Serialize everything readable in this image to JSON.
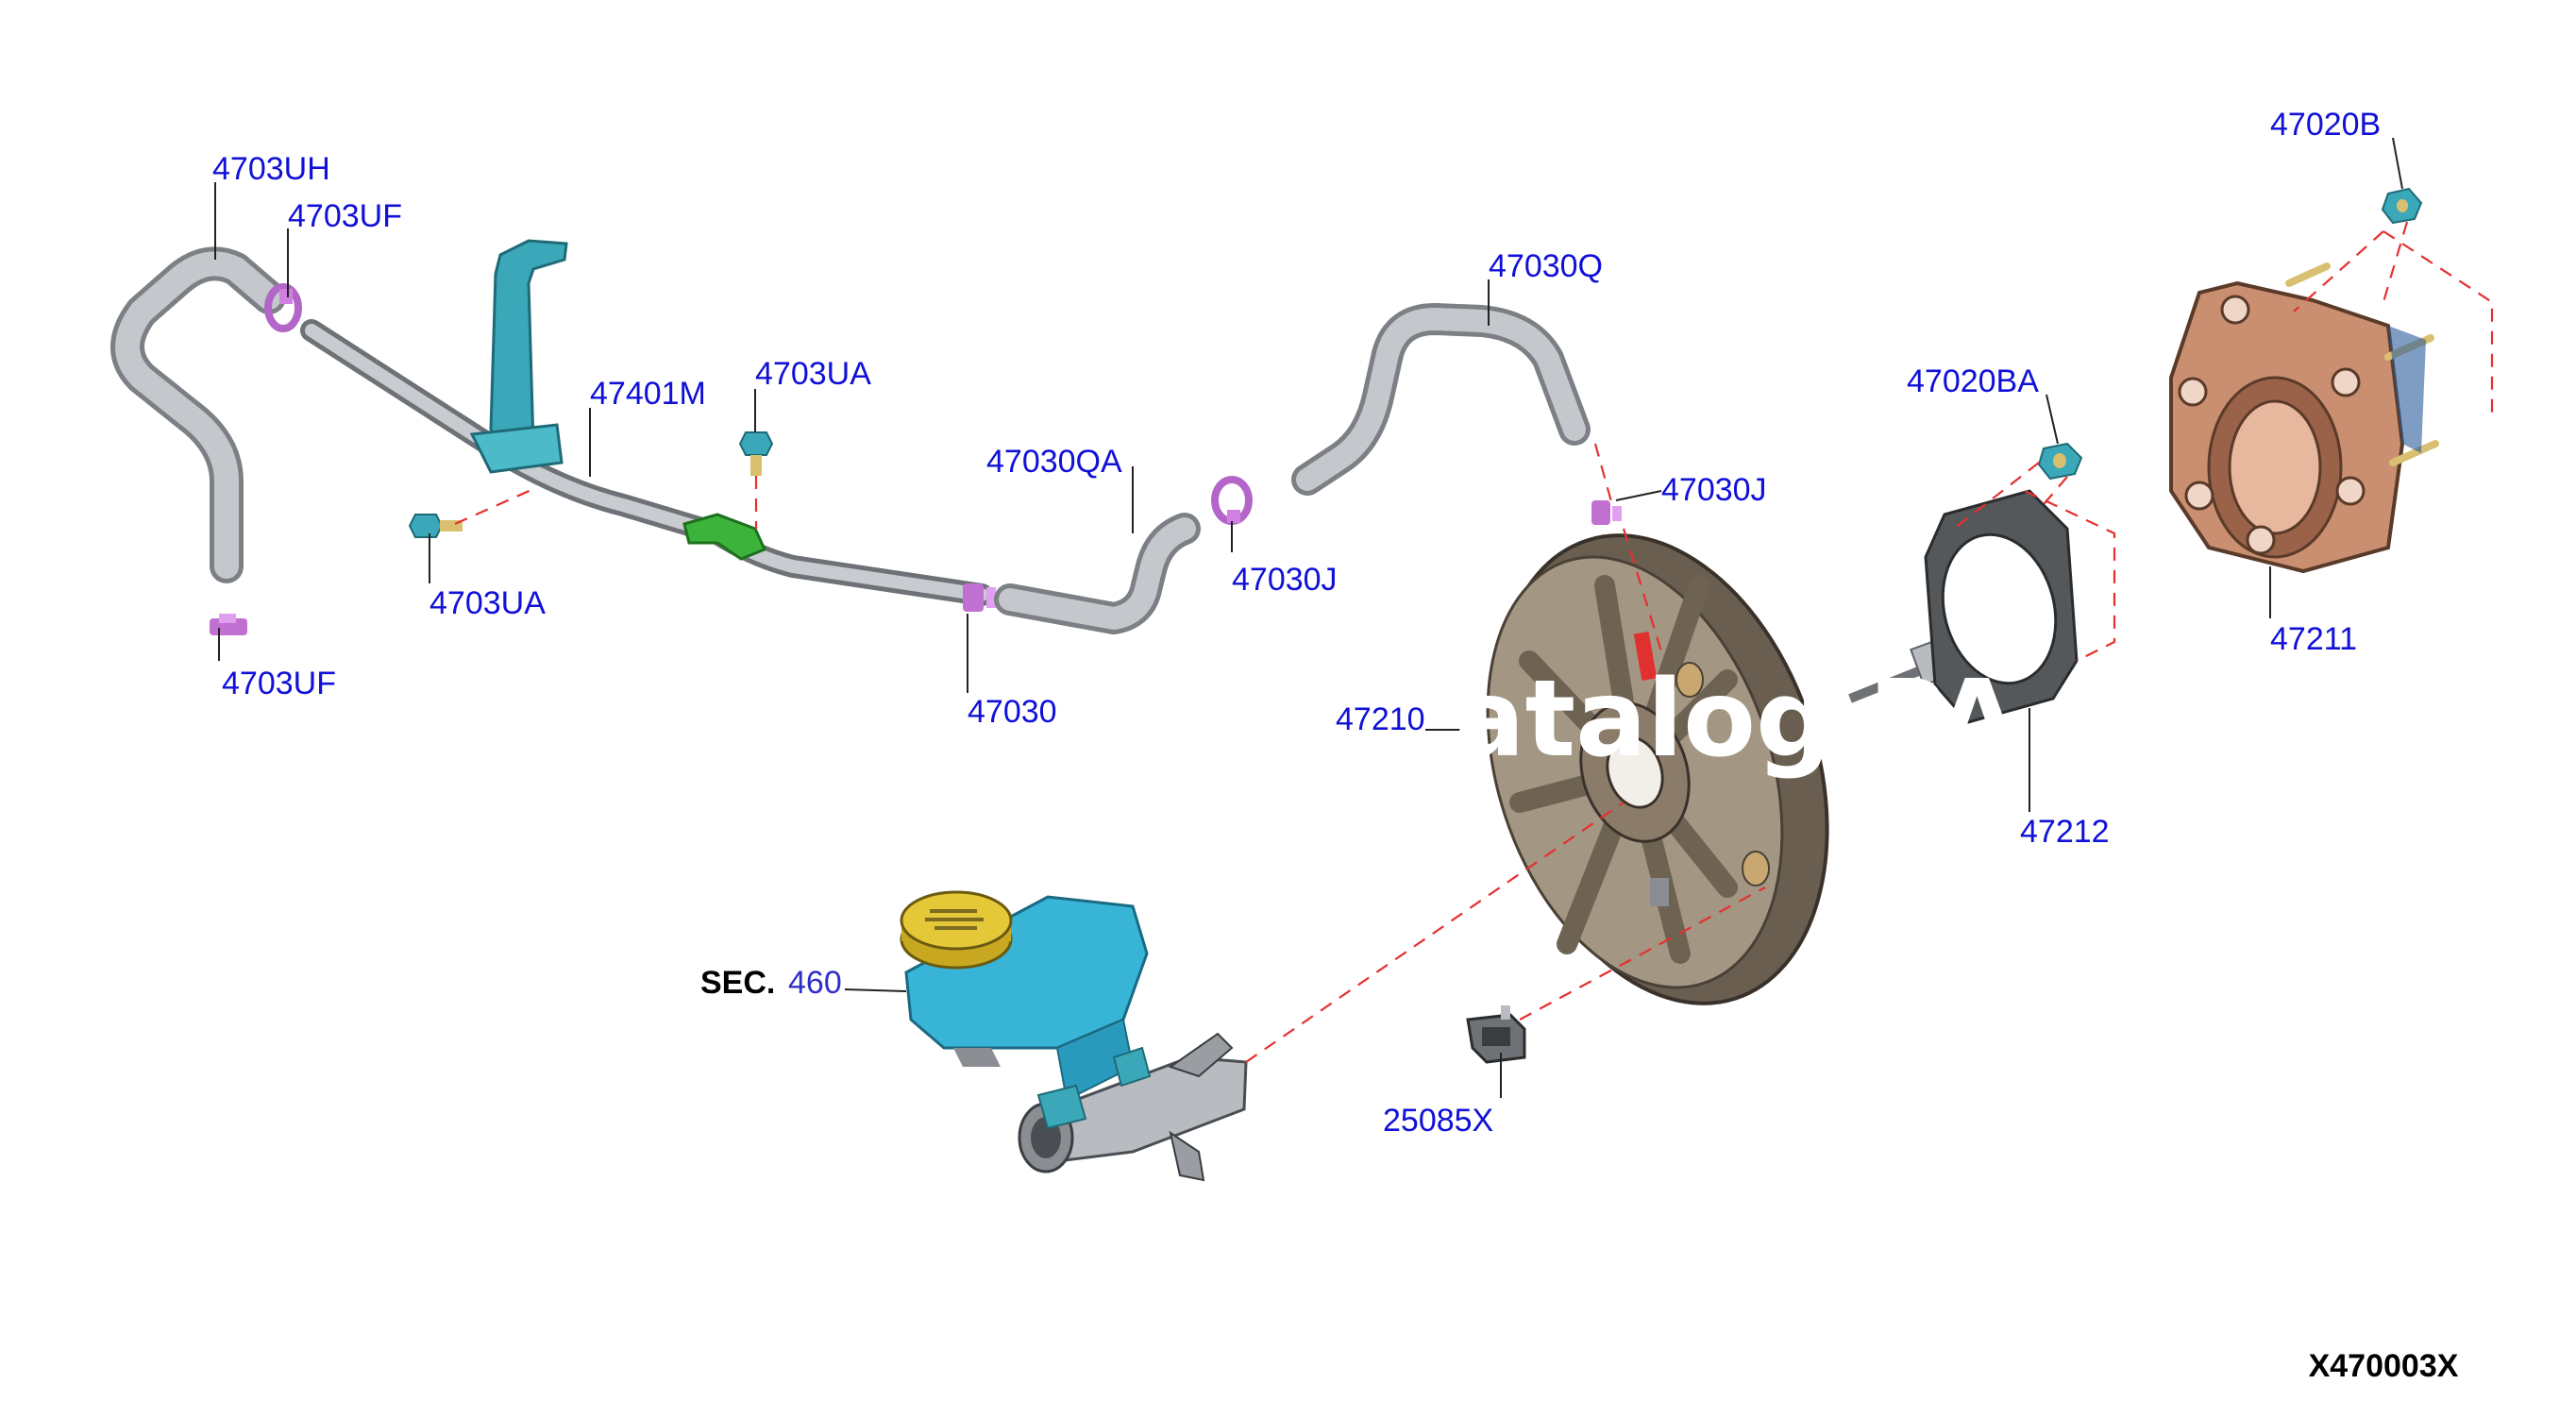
{
  "diagram": {
    "code": "X470003X",
    "watermark": "atalog PA"
  },
  "labels": {
    "l_4703UH": "4703UH",
    "l_4703UF_top": "4703UF",
    "l_4703UF_bottom": "4703UF",
    "l_47401M": "47401M",
    "l_4703UA_top": "4703UA",
    "l_4703UA_left": "4703UA",
    "l_47030QA": "47030QA",
    "l_47030Q": "47030Q",
    "l_47030J_left": "47030J",
    "l_47030J_right": "47030J",
    "l_47030_center": "47030",
    "l_47210": "47210",
    "l_47020B": "47020B",
    "l_47020BA": "47020BA",
    "l_47211": "47211",
    "l_47212": "47212",
    "l_25085X": "25085X",
    "sec_prefix": "SEC.",
    "sec_number": "460"
  },
  "colors": {
    "label_blue": "#1010d8",
    "leader_red_dashed": "#e53030",
    "hose_gray": "#aab0b4",
    "clamp_magenta": "#c070d0",
    "bracket_cyan": "#3aa8b8",
    "bracket_green": "#3cb43c",
    "booster_brown": "#8a7a66",
    "flange_copper": "#c98f70",
    "reservoir_cyan": "#38b4d6",
    "cap_yellow": "#e4c838"
  }
}
